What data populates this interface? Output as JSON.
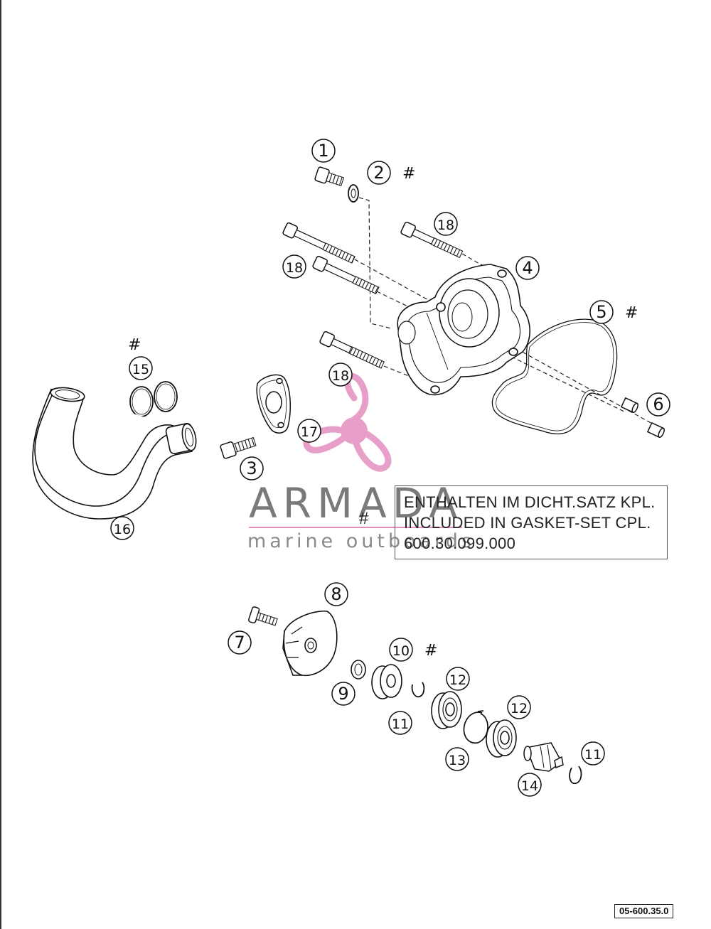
{
  "callouts": [
    {
      "num": "1",
      "hash": false
    },
    {
      "num": "2",
      "hash": true
    },
    {
      "num": "3",
      "hash": false
    },
    {
      "num": "4",
      "hash": false
    },
    {
      "num": "5",
      "hash": true
    },
    {
      "num": "6",
      "hash": false
    },
    {
      "num": "7",
      "hash": false
    },
    {
      "num": "8",
      "hash": false
    },
    {
      "num": "9",
      "hash": false
    },
    {
      "num": "10",
      "hash": true
    },
    {
      "num": "11",
      "hash": false
    },
    {
      "num": "11",
      "hash": false
    },
    {
      "num": "12",
      "hash": false
    },
    {
      "num": "12",
      "hash": false
    },
    {
      "num": "13",
      "hash": false
    },
    {
      "num": "14",
      "hash": false
    },
    {
      "num": "15",
      "hash": true
    },
    {
      "num": "16",
      "hash": false
    },
    {
      "num": "17",
      "hash": false
    },
    {
      "num": "18",
      "hash": false
    },
    {
      "num": "18",
      "hash": false
    },
    {
      "num": "18",
      "hash": false
    }
  ],
  "hash_symbol": "#",
  "legend": {
    "symbol": "#",
    "line_de": "ENTHALTEN IM DICHT.SATZ KPL.",
    "line_en": "INCLUDED IN GASKET-SET CPL.",
    "part_number": "600.30.099.000"
  },
  "watermark": {
    "brand": "ARMADA",
    "tagline": "marine outboards",
    "brand_color": "#7a7a7a",
    "accent_color": "#e38fc0"
  },
  "page_code": "05-600.35.0"
}
